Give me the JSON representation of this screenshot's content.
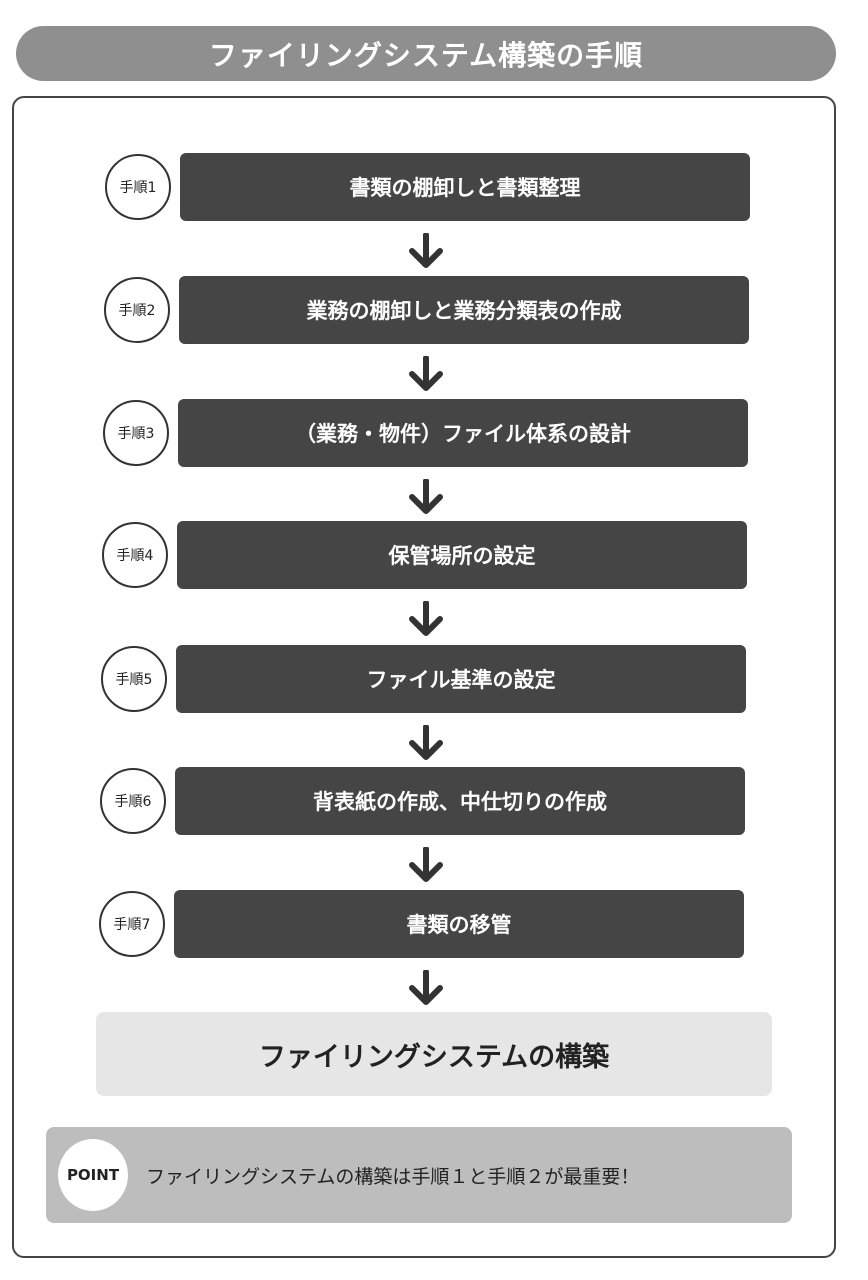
{
  "title": "ファイリングシステム構築の手順",
  "steps": [
    {
      "badge": "手順1",
      "label": "書類の棚卸しと書類整理"
    },
    {
      "badge": "手順2",
      "label": "業務の棚卸しと業務分類表の作成"
    },
    {
      "badge": "手順3",
      "label": "（業務・物件）ファイル体系の設計"
    },
    {
      "badge": "手順4",
      "label": "保管場所の設定"
    },
    {
      "badge": "手順5",
      "label": "ファイル基準の設定"
    },
    {
      "badge": "手順6",
      "label": "背表紙の作成、中仕切りの作成"
    },
    {
      "badge": "手順7",
      "label": "書類の移管"
    }
  ],
  "result": "ファイリングシステムの構築",
  "point": {
    "badge": "POINT",
    "text": "ファイリングシステムの構築は手順１と手順２が最重要！"
  }
}
